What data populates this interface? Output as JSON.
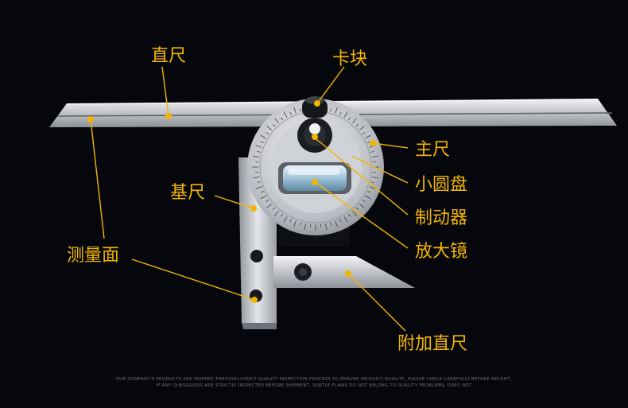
{
  "labels": {
    "straight_ruler": "直尺",
    "clamp": "卡块",
    "main_ruler": "主尺",
    "small_disc": "小圆盘",
    "brake": "制动器",
    "base_ruler": "基尺",
    "magnifier": "放大镜",
    "measuring_face": "测量面",
    "extra_straight_ruler": "附加直尺"
  },
  "footer": {
    "line1": "OUR COMPANY'S PRODUCTS ARE SHIPPED THROUGH STRICT QUALITY INSPECTION PROCESS TO ENSURE PRODUCT QUALITY, PLEASE CHECK CAREFULLY BEFORE RECEIPT,",
    "line2": "IF ANY QUESGOODS ARE STRICTLY INSPECTED BEFORE SHIPMENT, SUBTLE FLAWS DO NOT BELONG TO QUALITY PROBLEMS, DOES NOT"
  },
  "colors": {
    "background": "#05070c",
    "accent": "#f2b500",
    "steel": "#c9ccd1"
  },
  "icons": [
    "protractor-tool-illustration"
  ]
}
